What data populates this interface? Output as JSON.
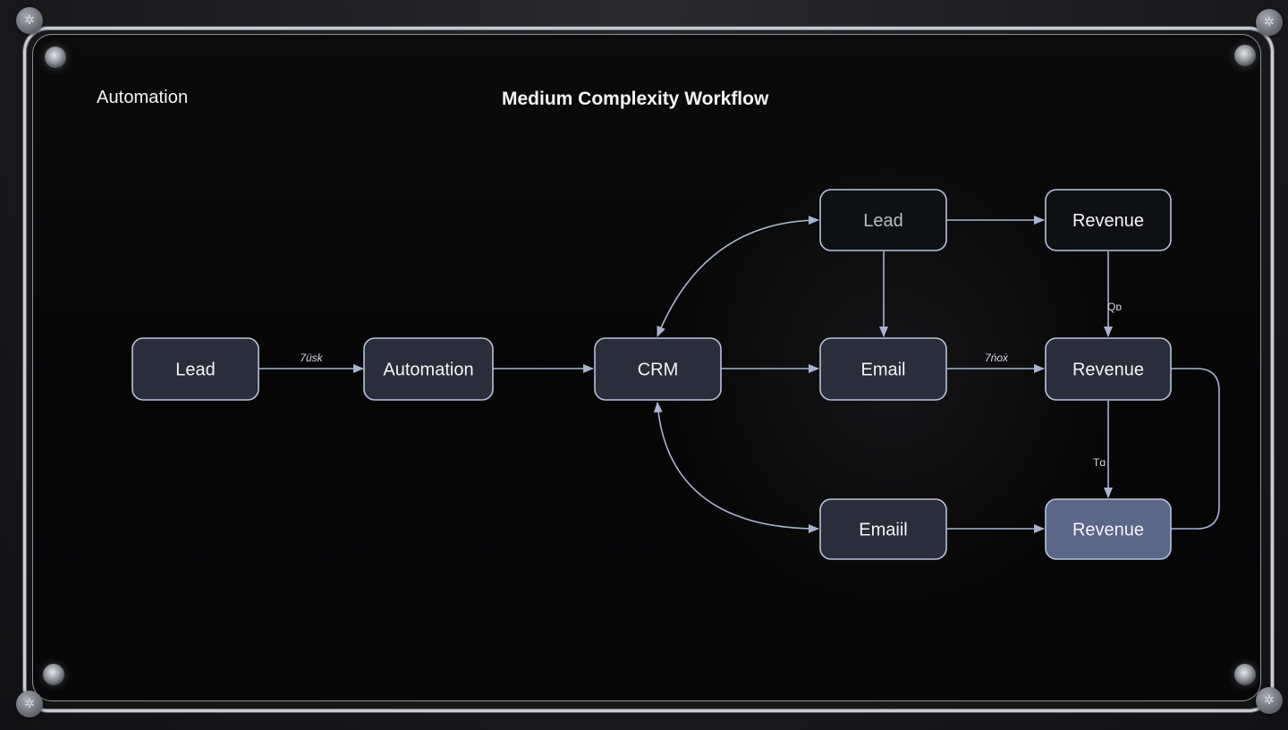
{
  "header": {
    "section_label": "Automation",
    "diagram_title": "Medium Complexity Workflow"
  },
  "colors": {
    "edge": "#a9b3cf",
    "node_border": "#b8c2dc",
    "node_fill_default": "#2a2d3a",
    "node_fill_dark": "#0f1013",
    "node_fill_highlight": "#5b6688",
    "text": "#f4f5f7",
    "text_muted": "#b9bcc3"
  },
  "nodes": [
    {
      "id": "lead-1",
      "label": "Lead",
      "style": "default"
    },
    {
      "id": "automation",
      "label": "Automation",
      "style": "default"
    },
    {
      "id": "crm",
      "label": "CRM",
      "style": "default"
    },
    {
      "id": "lead-2",
      "label": "Lead",
      "style": "dark"
    },
    {
      "id": "revenue-1",
      "label": "Revenue",
      "style": "dark"
    },
    {
      "id": "email-1",
      "label": "Email",
      "style": "default"
    },
    {
      "id": "revenue-2",
      "label": "Revenue",
      "style": "default"
    },
    {
      "id": "email-2",
      "label": "Emaiil",
      "style": "default"
    },
    {
      "id": "revenue-3",
      "label": "Revenue",
      "style": "highlight"
    }
  ],
  "edges": [
    {
      "from": "lead-1",
      "to": "automation",
      "label": "7üsk"
    },
    {
      "from": "automation",
      "to": "crm",
      "label": ""
    },
    {
      "from": "crm",
      "to": "email-1",
      "label": ""
    },
    {
      "from": "crm",
      "to": "lead-2",
      "label": "",
      "bidirectional": true
    },
    {
      "from": "lead-2",
      "to": "revenue-1",
      "label": ""
    },
    {
      "from": "lead-2",
      "to": "email-1",
      "label": ""
    },
    {
      "from": "email-1",
      "to": "revenue-2",
      "label": "7ńoẋ"
    },
    {
      "from": "revenue-1",
      "to": "revenue-2",
      "label": "Qɒ"
    },
    {
      "from": "revenue-2",
      "to": "revenue-3",
      "label": "Tɑ"
    },
    {
      "from": "crm",
      "to": "email-2",
      "label": "",
      "bidirectional": true
    },
    {
      "from": "email-2",
      "to": "revenue-3",
      "label": ""
    },
    {
      "from": "revenue-2",
      "to": "revenue-3",
      "label": "",
      "route": "right-loop"
    }
  ]
}
